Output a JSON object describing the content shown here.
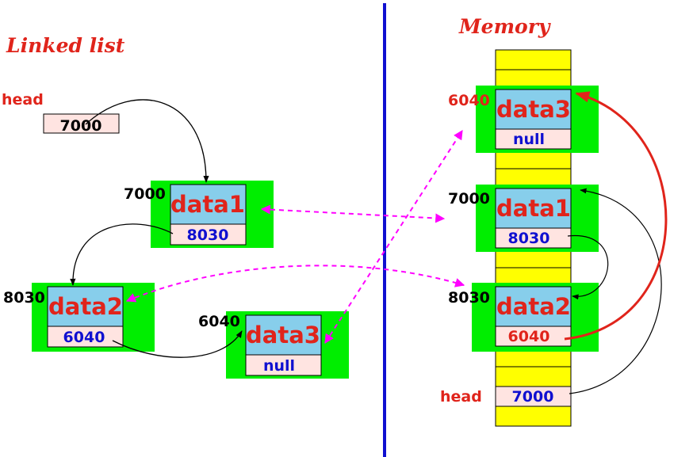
{
  "titles": {
    "linked_list": "Linked list",
    "memory": "Memory"
  },
  "colors": {
    "node_bg": "#00ee00",
    "data_cell": "#87ceeb",
    "ptr_cell": "#ffe4e1",
    "memory_column": "#ffff00",
    "divider": "#1010d0",
    "dashed_link": "#ff00ff",
    "text_red": "#e0241b",
    "text_blue": "#1010d0"
  },
  "linked_list": {
    "head_label": "head",
    "head_value": "7000",
    "nodes": [
      {
        "address": "7000",
        "data": "data1",
        "next": "8030"
      },
      {
        "address": "8030",
        "data": "data2",
        "next": "6040"
      },
      {
        "address": "6040",
        "data": "data3",
        "next": "null"
      }
    ]
  },
  "memory": {
    "head_label": "head",
    "head_value": "7000",
    "blocks": [
      {
        "address": "6040",
        "data": "data3",
        "next": "null"
      },
      {
        "address": "7000",
        "data": "data1",
        "next": "8030"
      },
      {
        "address": "8030",
        "data": "data2",
        "next": "6040"
      }
    ]
  }
}
